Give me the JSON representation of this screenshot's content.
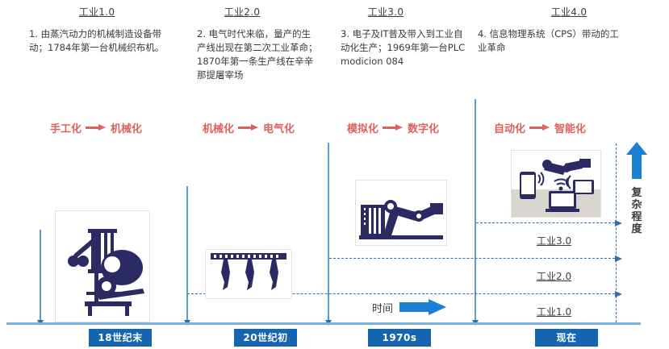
{
  "diagram": {
    "title_label": "Industry 1.0 - 4.0 evolution timeline",
    "colors": {
      "badge_blue": "#1565b0",
      "line_blue": "#5b9bd5",
      "arrow_blue": "#1b7fd4",
      "dash_blue": "#2f6fae",
      "red": "#e2605a",
      "illustration_navy": "#2b2a63"
    },
    "stages": [
      {
        "title": "工业1.0",
        "description": "1. 由蒸汽动力的机械制造设备带动；1784年第一台机械织布机。",
        "transition_from": "手工化",
        "transition_to": "机械化",
        "era_badge": "18世纪末",
        "illustration": "mechanical-loom-icon"
      },
      {
        "title": "工业2.0",
        "description": "2. 电气时代来临，量产的生产线出现在第二次工业革命；1870年第一条生产线在辛辛那提屠宰场",
        "transition_from": "机械化",
        "transition_to": "电气化",
        "era_badge": "20世纪初",
        "illustration": "assembly-line-icon"
      },
      {
        "title": "工业3.0",
        "description": "3. 电子及IT普及带入到工业自动化生产；1969年第一台PLC modicion 084",
        "transition_from": "模拟化",
        "transition_to": "数字化",
        "era_badge": "1970s",
        "illustration": "robot-arm-icon"
      },
      {
        "title": "工业4.0",
        "description": "4. 信息物理系统（CPS）带动的工业革命",
        "transition_from": "自动化",
        "transition_to": "智能化",
        "era_badge": "现在",
        "illustration": "cyber-physical-systems-icon"
      }
    ],
    "level_labels": [
      "工业3.0",
      "工业2.0",
      "工业1.0"
    ],
    "time_axis_label": "时间",
    "complexity_axis_label": "复杂程度"
  }
}
